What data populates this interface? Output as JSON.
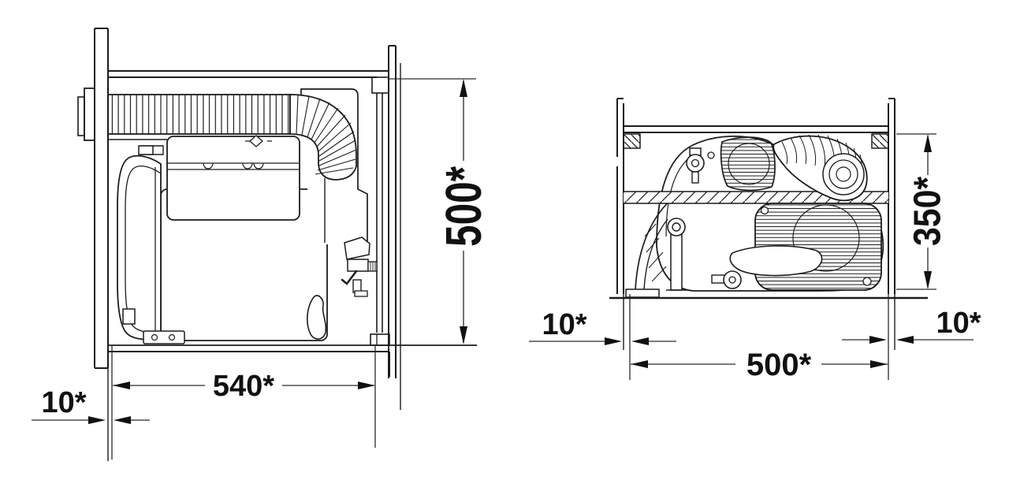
{
  "figure": {
    "side_view": {
      "height_label": "500*",
      "width_label": "540*",
      "gap_label": "10*"
    },
    "front_view": {
      "height_label": "350*",
      "width_label": "500*",
      "gap_left_label": "10*",
      "gap_right_label": "10*"
    },
    "colors": {
      "line": "#1c1c1c",
      "dimension_line": "#2a2a2a",
      "background": "#ffffff"
    }
  }
}
